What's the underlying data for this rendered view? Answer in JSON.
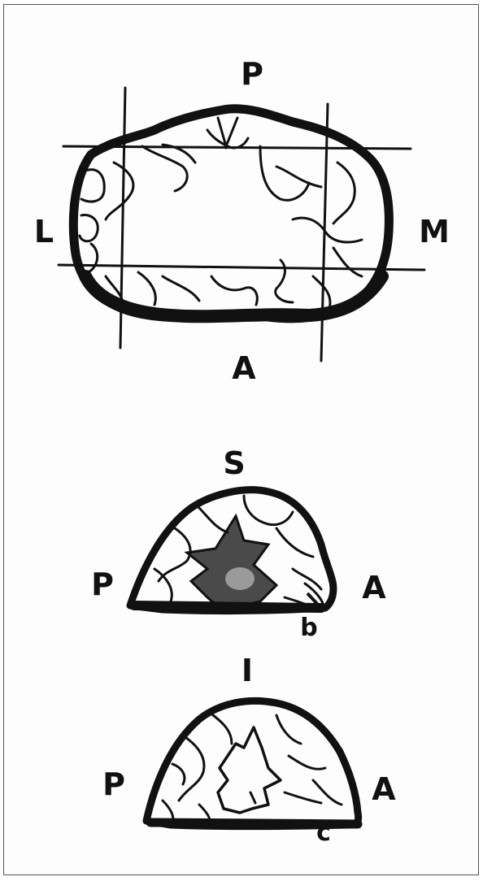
{
  "figure": {
    "top_section": {
      "labels": {
        "posterior": "P",
        "anterior": "A",
        "lateral": "L",
        "medial": "M"
      }
    },
    "middle_section": {
      "labels": {
        "superior": "S",
        "posterior": "P",
        "anterior": "A",
        "marker": "b"
      }
    },
    "bottom_section": {
      "labels": {
        "inferior": "I",
        "posterior": "P",
        "anterior": "A",
        "marker": "c"
      }
    },
    "colors": {
      "ink": "#111111",
      "paper": "#fdfdfd",
      "shade": "#4a4a4a"
    }
  }
}
